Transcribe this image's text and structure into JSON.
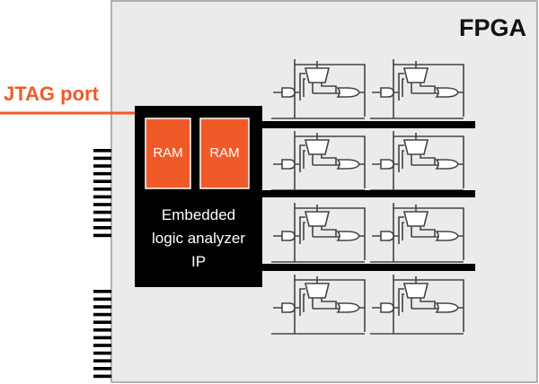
{
  "chip": {
    "label": "FPGA",
    "fill": "#ebebeb",
    "border": "#9a9a9a"
  },
  "port": {
    "label": "JTAG port",
    "color": "#f05a28"
  },
  "analyzer": {
    "lines": [
      "Embedded",
      "logic analyzer",
      "IP"
    ],
    "fill": "#000000",
    "text_color": "#ffffff",
    "memories": [
      {
        "label": "RAM"
      },
      {
        "label": "RAM"
      }
    ],
    "memory_fill": "#f05a28",
    "memory_border": "#ffffff"
  },
  "fabric": {
    "rows": 4,
    "cols": 2,
    "line_color": "#444444",
    "bus_color": "#000000"
  },
  "io_pins": {
    "groups": 2,
    "per_group": 12,
    "color": "#000000"
  }
}
